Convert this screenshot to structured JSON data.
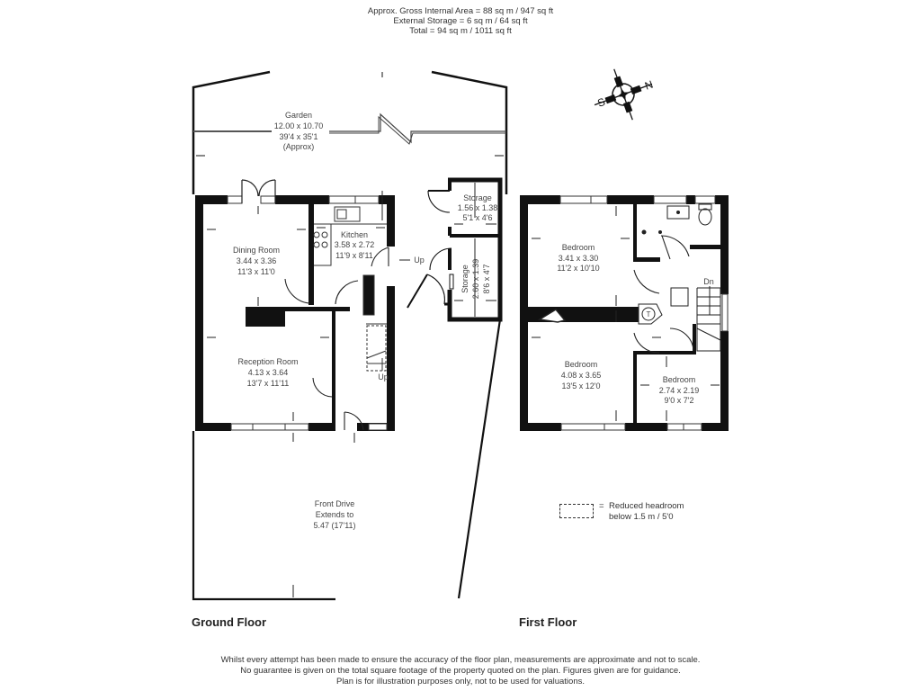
{
  "header": {
    "line1": "Approx. Gross Internal Area = 88 sq m / 947 sq ft",
    "line2": "External Storage = 6 sq m / 64 sq ft",
    "line3": "Total = 94 sq m / 1011 sq ft"
  },
  "compass": {
    "icon": "compass-rose-icon",
    "north_label": "N",
    "south_label": "S"
  },
  "ground_floor": {
    "title": "Ground Floor",
    "garden": {
      "name": "Garden",
      "metric": "12.00 x 10.70",
      "imperial": "39'4 x 35'1",
      "note": "(Approx)"
    },
    "dining_room": {
      "name": "Dining Room",
      "metric": "3.44 x 3.36",
      "imperial": "11'3 x 11'0"
    },
    "kitchen": {
      "name": "Kitchen",
      "metric": "3.58 x 2.72",
      "imperial": "11'9 x 8'11"
    },
    "reception_room": {
      "name": "Reception Room",
      "metric": "4.13 x 3.64",
      "imperial": "13'7 x 11'11"
    },
    "storage_1": {
      "name": "Storage",
      "metric": "1.56 x 1.38",
      "imperial": "5'1 x 4'6"
    },
    "storage_2": {
      "name": "Storage",
      "metric": "2.60 x 1.39",
      "imperial": "8'6 x 4'7"
    },
    "front_drive": {
      "name": "Front Drive",
      "line2": "Extends to",
      "line3": "5.47 (17'11)"
    },
    "stairs_up_1": "Up",
    "stairs_up_2": "Up"
  },
  "first_floor": {
    "title": "First Floor",
    "bedroom_1": {
      "name": "Bedroom",
      "metric": "3.41 x 3.30",
      "imperial": "11'2 x 10'10"
    },
    "bedroom_2": {
      "name": "Bedroom",
      "metric": "4.08 x 3.65",
      "imperial": "13'5 x 12'0"
    },
    "bedroom_3": {
      "name": "Bedroom",
      "metric": "2.74 x 2.19",
      "imperial": "9'0 x 7'2"
    },
    "stairs_down": "Dn",
    "tank_label": "T"
  },
  "legend": {
    "equals": "=",
    "line1": "Reduced headroom",
    "line2": "below 1.5 m / 5'0"
  },
  "disclaimer": {
    "line1": "Whilst every attempt has been made to ensure the accuracy of the floor plan, measurements are approximate and not to scale.",
    "line2": "No guarantee is given on the total square footage of the property quoted on the plan. Figures given are for guidance.",
    "line3": "Plan is for illustration purposes only, not to be used for valuations."
  }
}
